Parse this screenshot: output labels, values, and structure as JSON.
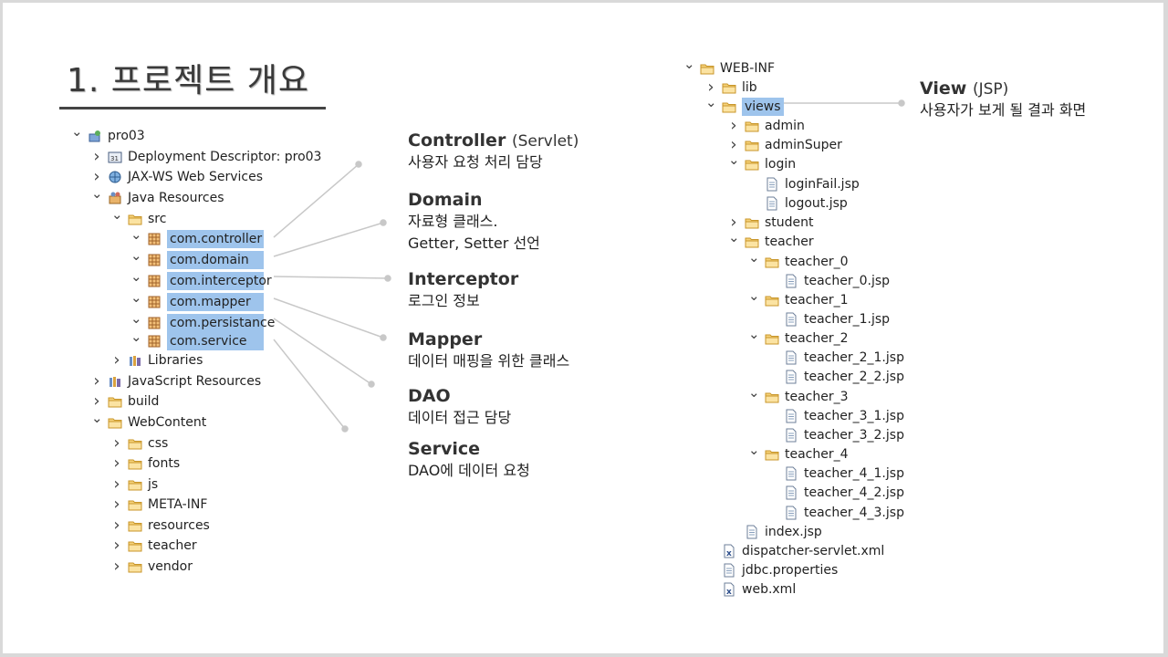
{
  "slide": {
    "title": "1. 프로젝트 개요"
  },
  "left_tree": [
    {
      "label": "pro03",
      "chev": "v",
      "icon": "project"
    },
    {
      "label": "Deployment Descriptor: pro03",
      "chev": ">",
      "icon": "dd"
    },
    {
      "label": "JAX-WS Web Services",
      "chev": ">",
      "icon": "ws"
    },
    {
      "label": "Java Resources",
      "chev": "v",
      "icon": "javares"
    },
    {
      "label": "src",
      "chev": "v",
      "icon": "srcfolder"
    },
    {
      "label": "com.controller",
      "chev": "v",
      "icon": "package",
      "hl": true
    },
    {
      "label": "com.domain",
      "chev": "v",
      "icon": "package",
      "hl": true
    },
    {
      "label": "com.interceptor",
      "chev": "v",
      "icon": "package",
      "hl": true
    },
    {
      "label": "com.mapper",
      "chev": "v",
      "icon": "package",
      "hl": true
    },
    {
      "label": "com.persistance",
      "chev": "v",
      "icon": "package",
      "hl": true
    },
    {
      "label": "com.service",
      "chev": "v",
      "icon": "package",
      "hl": true
    },
    {
      "label": "Libraries",
      "chev": ">",
      "icon": "library"
    },
    {
      "label": "JavaScript Resources",
      "chev": ">",
      "icon": "library"
    },
    {
      "label": "build",
      "chev": ">",
      "icon": "folder"
    },
    {
      "label": "WebContent",
      "chev": "v",
      "icon": "folder"
    },
    {
      "label": "css",
      "chev": ">",
      "icon": "folder"
    },
    {
      "label": "fonts",
      "chev": ">",
      "icon": "folder"
    },
    {
      "label": "js",
      "chev": ">",
      "icon": "folder"
    },
    {
      "label": "META-INF",
      "chev": ">",
      "icon": "folder"
    },
    {
      "label": "resources",
      "chev": ">",
      "icon": "folder"
    },
    {
      "label": "teacher",
      "chev": ">",
      "icon": "folder"
    },
    {
      "label": "vendor",
      "chev": ">",
      "icon": "folder"
    }
  ],
  "notes": [
    {
      "title": "Controller",
      "suffix": "(Servlet)",
      "lines": [
        "사용자 요청 처리 담당"
      ]
    },
    {
      "title": "Domain",
      "suffix": "",
      "lines": [
        "자료형 클래스.",
        "Getter, Setter 선언"
      ]
    },
    {
      "title": "Interceptor",
      "suffix": "",
      "lines": [
        "로그인 정보"
      ]
    },
    {
      "title": "Mapper",
      "suffix": "",
      "lines": [
        "데이터 매핑을 위한 클래스"
      ]
    },
    {
      "title": "DAO",
      "suffix": "",
      "lines": [
        "데이터 접근 담당"
      ]
    },
    {
      "title": "Service",
      "suffix": "",
      "lines": [
        "DAO에 데이터 요청"
      ]
    }
  ],
  "right_tree": [
    {
      "label": "WEB-INF",
      "chev": "v",
      "icon": "folder"
    },
    {
      "label": "lib",
      "chev": ">",
      "icon": "folder"
    },
    {
      "label": "views",
      "chev": "v",
      "icon": "folder",
      "hl": true
    },
    {
      "label": "admin",
      "chev": ">",
      "icon": "folder"
    },
    {
      "label": "adminSuper",
      "chev": ">",
      "icon": "folder"
    },
    {
      "label": "login",
      "chev": "v",
      "icon": "folder"
    },
    {
      "label": "loginFail.jsp",
      "chev": "",
      "icon": "file"
    },
    {
      "label": "logout.jsp",
      "chev": "",
      "icon": "file"
    },
    {
      "label": "student",
      "chev": ">",
      "icon": "folder"
    },
    {
      "label": "teacher",
      "chev": "v",
      "icon": "folder"
    },
    {
      "label": "teacher_0",
      "chev": "v",
      "icon": "folder"
    },
    {
      "label": "teacher_0.jsp",
      "chev": "",
      "icon": "file"
    },
    {
      "label": "teacher_1",
      "chev": "v",
      "icon": "folder"
    },
    {
      "label": "teacher_1.jsp",
      "chev": "",
      "icon": "file"
    },
    {
      "label": "teacher_2",
      "chev": "v",
      "icon": "folder"
    },
    {
      "label": "teacher_2_1.jsp",
      "chev": "",
      "icon": "file"
    },
    {
      "label": "teacher_2_2.jsp",
      "chev": "",
      "icon": "file"
    },
    {
      "label": "teacher_3",
      "chev": "v",
      "icon": "folder"
    },
    {
      "label": "teacher_3_1.jsp",
      "chev": "",
      "icon": "file"
    },
    {
      "label": "teacher_3_2.jsp",
      "chev": "",
      "icon": "file"
    },
    {
      "label": "teacher_4",
      "chev": "v",
      "icon": "folder"
    },
    {
      "label": "teacher_4_1.jsp",
      "chev": "",
      "icon": "file"
    },
    {
      "label": "teacher_4_2.jsp",
      "chev": "",
      "icon": "file"
    },
    {
      "label": "teacher_4_3.jsp",
      "chev": "",
      "icon": "file"
    },
    {
      "label": "index.jsp",
      "chev": "",
      "icon": "file"
    },
    {
      "label": "dispatcher-servlet.xml",
      "chev": "",
      "icon": "xml"
    },
    {
      "label": "jdbc.properties",
      "chev": "",
      "icon": "file"
    },
    {
      "label": "web.xml",
      "chev": "",
      "icon": "xml"
    }
  ],
  "view_note": {
    "title": "View",
    "suffix": "(JSP)",
    "lines": [
      "사용자가 보게 될 결과 화면"
    ]
  }
}
